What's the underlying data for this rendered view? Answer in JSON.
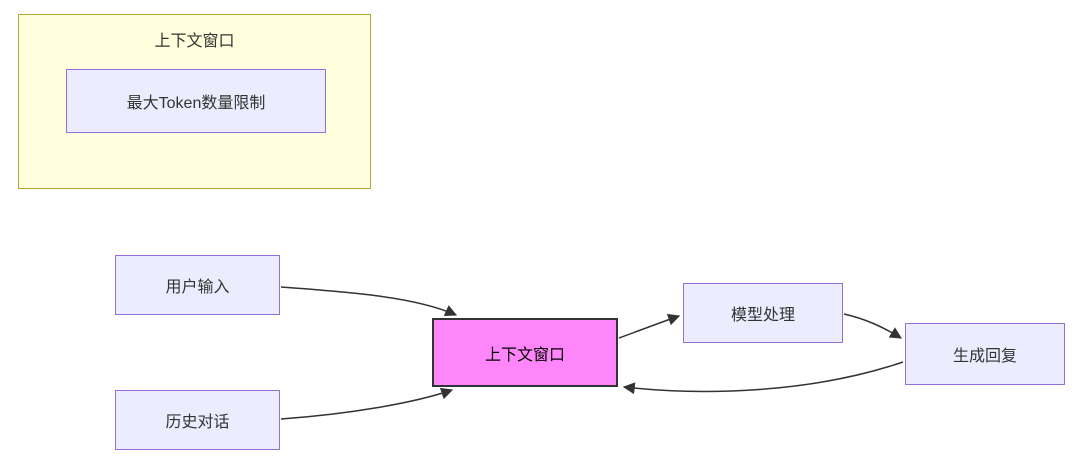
{
  "diagram": {
    "type": "flowchart",
    "subgraph": {
      "title": "上下文窗口",
      "inner_node": "最大Token数量限制"
    },
    "nodes": {
      "user_input": "用户输入",
      "history_dialog": "历史对话",
      "context_window": "上下文窗口",
      "model_process": "模型处理",
      "generate_reply": "生成回复"
    },
    "edges": [
      {
        "from": "用户输入",
        "to": "上下文窗口"
      },
      {
        "from": "历史对话",
        "to": "上下文窗口"
      },
      {
        "from": "上下文窗口",
        "to": "模型处理"
      },
      {
        "from": "模型处理",
        "to": "生成回复"
      },
      {
        "from": "生成回复",
        "to": "上下文窗口"
      }
    ],
    "colors": {
      "page_bg": "#ffffff",
      "subgraph_bg": "#ffffde",
      "subgraph_border": "#aaaa33",
      "node_bg": "#ECECFF",
      "node_border": "#9370DB",
      "highlight_bg": "#ff85fa",
      "highlight_border": "#333333",
      "edge_color": "#333333"
    }
  }
}
